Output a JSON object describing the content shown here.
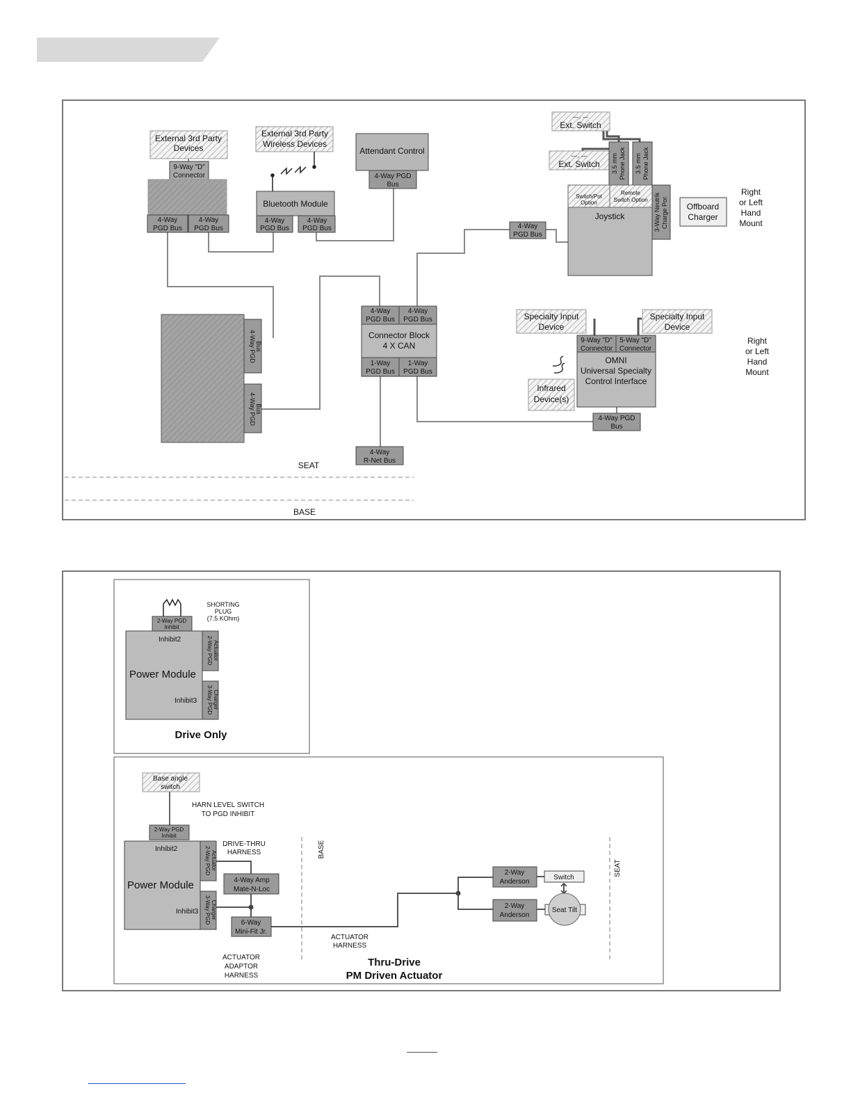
{
  "panel1": {
    "ext3rd_wired": [
      "External 3rd Party",
      "Devices"
    ],
    "conn9way_left": [
      "9-Way \"D\"",
      "Connector"
    ],
    "ext3rd_wireless": [
      "External 3rd Party",
      "Wireless Devices"
    ],
    "attendant": "Attendant Control",
    "attendant_bus": [
      "4-Way PGD",
      "Bus"
    ],
    "bluetooth": "Bluetooth Module",
    "pgd_bus": [
      "4-Way",
      "PGD Bus"
    ],
    "pgd_bus_rot": [
      "4-Way PGD",
      "Bus"
    ],
    "ext_switch": "Ext. Switch",
    "phone_jack": [
      "3.5 mm",
      "Phone Jack"
    ],
    "switch_pot": [
      "Switch/Pot",
      "Option"
    ],
    "remote_switch": [
      "Remote",
      "Switch Option"
    ],
    "neutrik": [
      "3-Way Neutrik",
      "Charge Por."
    ],
    "joystick": "Joystick",
    "offboard": [
      "Offboard",
      "Charger"
    ],
    "mount": [
      "Right",
      "or Left",
      "Hand",
      "Mount"
    ],
    "connector_block": [
      "Connector Block",
      "4 X CAN"
    ],
    "pgd_bus_1way": [
      "1-Way",
      "PGD Bus"
    ],
    "rnet_bus": [
      "4-Way",
      "R-Net Bus"
    ],
    "specialty": [
      "Specialty Input",
      "Device"
    ],
    "conn9way": [
      "9-Way \"D\"",
      "Connector"
    ],
    "conn5way": [
      "5-Way \"D\"",
      "Connector"
    ],
    "omni": [
      "OMNI",
      "Universal Specialty",
      "Control Interface"
    ],
    "infrared": [
      "Infrared",
      "Device(s)"
    ],
    "omni_bus": [
      "4-Way PGD",
      "Bus"
    ],
    "seat": "SEAT",
    "base": "BASE"
  },
  "panel2": {
    "shorting": [
      "SHORTING",
      "PLUG",
      "(7.5 KOhm)"
    ],
    "inhibit_conn": [
      "2-Way PGD",
      "Inhibit"
    ],
    "inhibit2": "Inhibit2",
    "inhibit3": "Inhibit3",
    "power_module": "Power Module",
    "actuator_conn": [
      "2-Way PGD",
      "Actuator"
    ],
    "charger_conn": [
      "3-Way PGD",
      "Charger"
    ],
    "drive_only": "Drive Only",
    "base_angle": [
      "Base angle",
      "switch"
    ],
    "harn_level": [
      "HARN LEVEL SWITCH",
      "TO PGD INHIBIT"
    ],
    "drive_thru": [
      "DRIVE-THRU",
      "HARNESS"
    ],
    "amp": [
      "4-Way Amp",
      "Mate-N-Loc"
    ],
    "minifit": [
      "6-Way",
      "Mini-Fit Jr."
    ],
    "actuator_adaptor": [
      "ACTUATOR",
      "ADAPTOR",
      "HARNESS"
    ],
    "actuator_harness": [
      "ACTUATOR",
      "HARNESS"
    ],
    "base_label": "BASE",
    "seat_label": "SEAT",
    "anderson": [
      "2-Way",
      "Anderson"
    ],
    "switch": "Switch",
    "seat_tilt": "Seat Tilt",
    "thru_drive": [
      "Thru-Drive",
      "PM Driven Actuator"
    ]
  }
}
